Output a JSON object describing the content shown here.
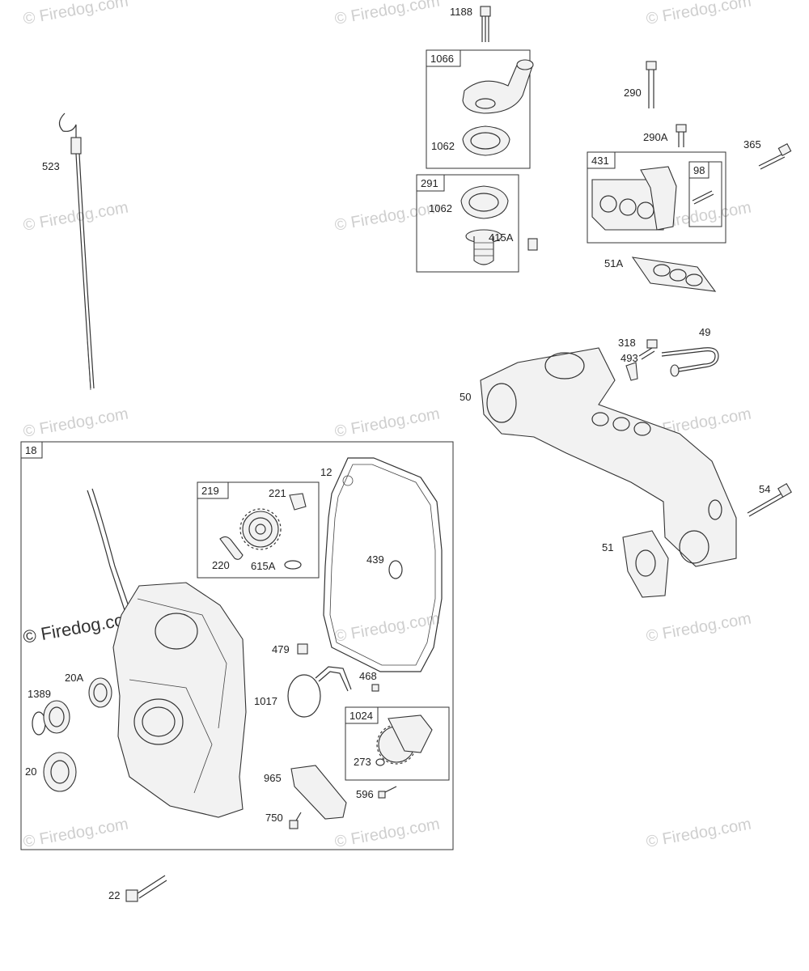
{
  "watermark": "© Firedog.com",
  "watermark_main": "© Firedog.com",
  "boxes": {
    "b1066": "1066",
    "b291": "291",
    "b431": "431",
    "b98": "98",
    "b18": "18",
    "b219": "219",
    "b1024": "1024"
  },
  "parts": {
    "p1188": "1188",
    "p1062a": "1062",
    "p1062b": "1062",
    "p290": "290",
    "p290A": "290A",
    "p365": "365",
    "p51A": "51A",
    "p523": "523",
    "p415A": "415A",
    "p318": "318",
    "p49": "49",
    "p493": "493",
    "p50": "50",
    "p54": "54",
    "p51": "51",
    "p12": "12",
    "p221": "221",
    "p220": "220",
    "p615A": "615A",
    "p439": "439",
    "p479": "479",
    "p468": "468",
    "p1017": "1017",
    "p20A": "20A",
    "p1389": "1389",
    "p20": "20",
    "p273": "273",
    "p965": "965",
    "p596": "596",
    "p750": "750",
    "p22": "22"
  }
}
